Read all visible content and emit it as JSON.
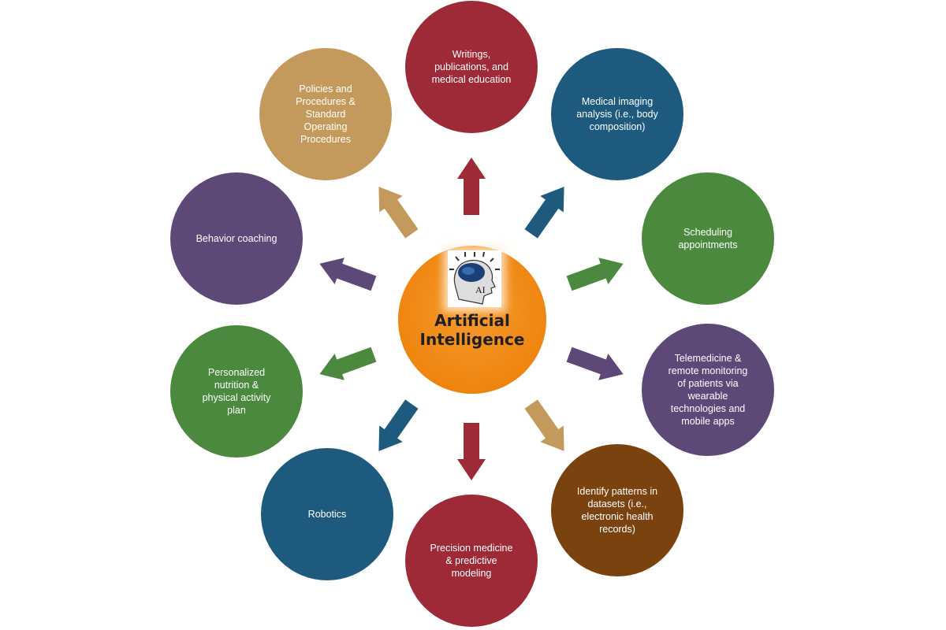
{
  "center": {
    "title": "Artificial\nIntelligence",
    "logo_text": "AI",
    "color": "#ef850f"
  },
  "nodes": [
    {
      "label": "Writings,\npublications, and\nmedical education",
      "color": "#9e2937"
    },
    {
      "label": "Medical imaging\nanalysis (i.e., body\ncomposition)",
      "color": "#1e5a7d"
    },
    {
      "label": "Scheduling\nappointments",
      "color": "#4a893e"
    },
    {
      "label": "Telemedicine &\nremote monitoring\nof patients via\nwearable\ntechnologies and\nmobile apps",
      "color": "#5e4878"
    },
    {
      "label": "Identify patterns in\ndatasets (i.e.,\nelectronic health\nrecords)",
      "color": "#7a420f"
    },
    {
      "label": "Precision medicine\n& predictive\nmodeling",
      "color": "#9e2937"
    },
    {
      "label": "Robotics",
      "color": "#1e5a7d"
    },
    {
      "label": "Personalized\nnutrition &\nphysical activity\nplan",
      "color": "#4a893e"
    },
    {
      "label": "Behavior coaching",
      "color": "#5e4878"
    },
    {
      "label": "Policies and\nProcedures &\nStandard\nOperating\nProcedures",
      "color": "#c39a5b"
    }
  ],
  "arrow_colors": [
    "#9e2937",
    "#1e5a7d",
    "#4a893e",
    "#5e4878",
    "#c39a5b",
    "#9e2937",
    "#1e5a7d",
    "#4a893e",
    "#5e4878",
    "#c39a5b"
  ]
}
